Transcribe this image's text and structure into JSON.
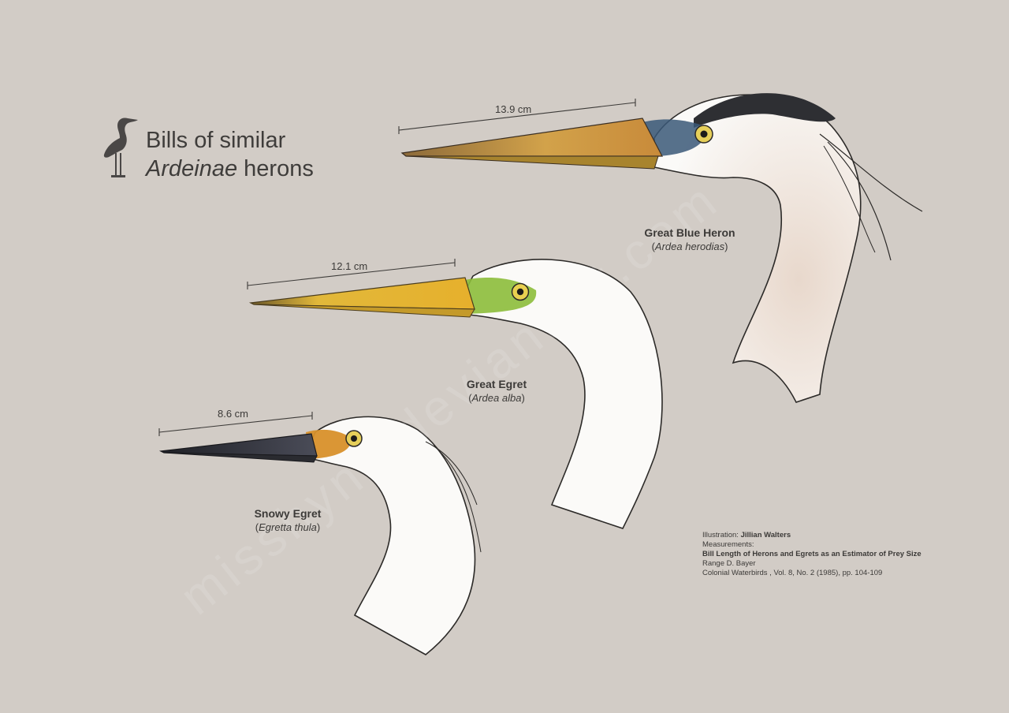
{
  "title": {
    "line1": "Bills of similar",
    "line2_italic": "Ardeinae",
    "line2_rest": " herons"
  },
  "species": [
    {
      "common": "Great Blue Heron",
      "scientific": "Ardea herodias",
      "bill_length": "13.9 cm",
      "bill_color": "#c99a45"
    },
    {
      "common": "Great Egret",
      "scientific": "Ardea alba",
      "bill_length": "12.1 cm",
      "bill_color": "#d9b13a"
    },
    {
      "common": "Snowy Egret",
      "scientific": "Egretta thula",
      "bill_length": "8.6 cm",
      "bill_color": "#2e2f36"
    }
  ],
  "credits": {
    "illustration_label": "Illustration:",
    "illustration_name": "Jillian Walters",
    "measurements_label": "Measurements:",
    "source_title": "Bill Length of Herons and Egrets as an Estimator of Prey Size",
    "source_author": "Range D. Bayer",
    "source_journal": "Colonial Waterbirds , Vol. 8, No. 2 (1985), pp. 104-109"
  },
  "watermark": "misshyna.deviantart.com",
  "icons": {
    "logo": "heron-silhouette-icon"
  }
}
